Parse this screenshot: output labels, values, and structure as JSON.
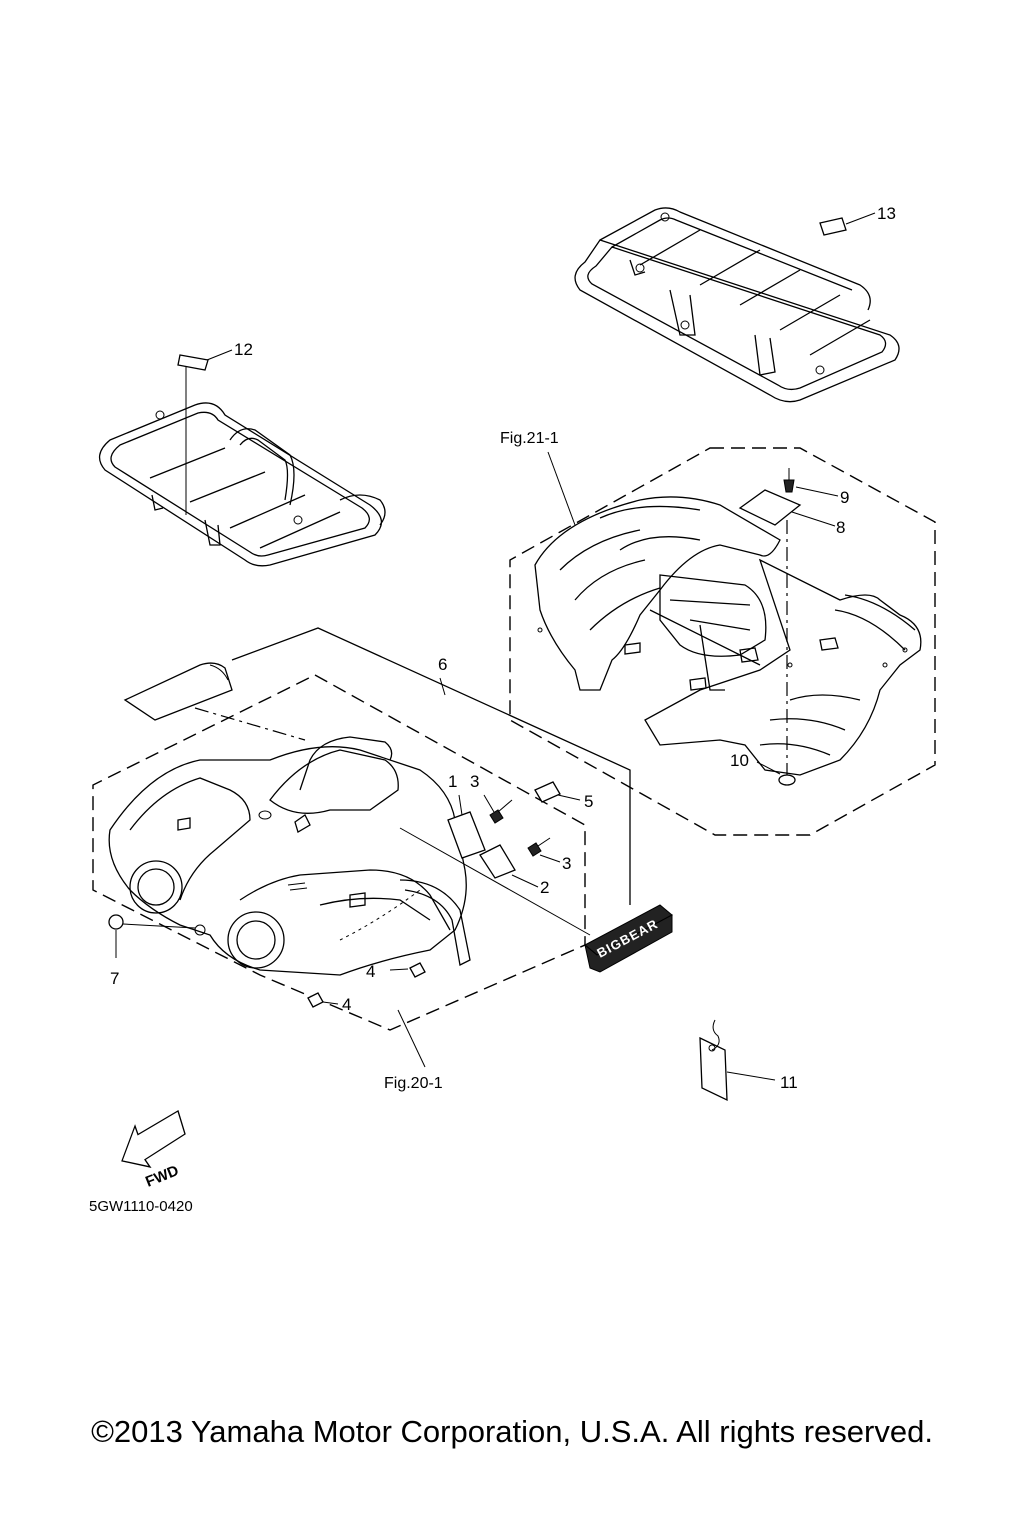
{
  "labels": {
    "n1": "1",
    "n2": "2",
    "n3a": "3",
    "n3b": "3",
    "n4a": "4",
    "n4b": "4",
    "n5": "5",
    "n6": "6",
    "n7": "7",
    "n8": "8",
    "n9": "9",
    "n10": "10",
    "n11": "11",
    "n12": "12",
    "n13": "13"
  },
  "figure_refs": {
    "rear": "Fig.21-1",
    "front": "Fig.20-1"
  },
  "direction_badge": "FWD",
  "emblem_text": "BIGBEAR",
  "diagram_code": "5GW1110-0420",
  "copyright": "©2013 Yamaha Motor Corporation, U.S.A. All rights reserved."
}
